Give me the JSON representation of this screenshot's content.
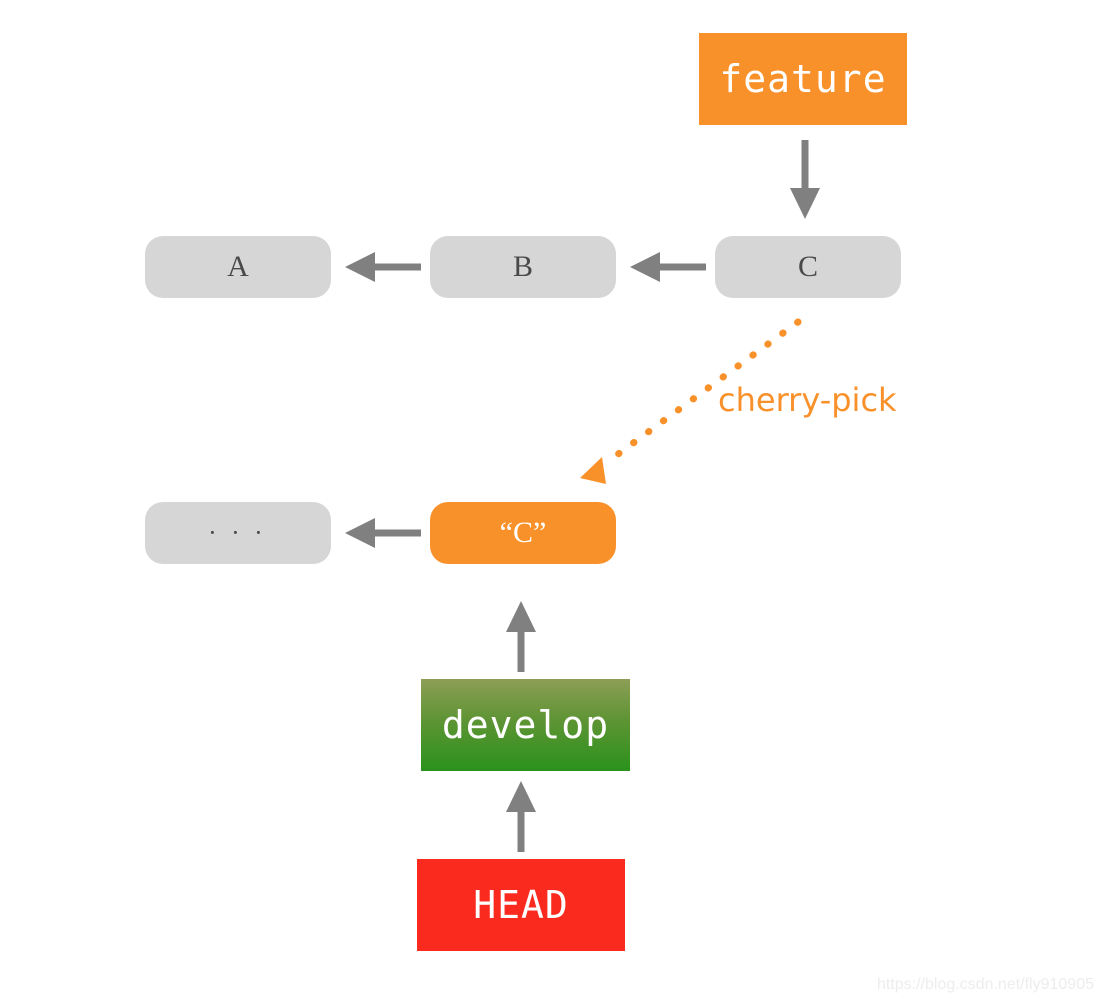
{
  "diagram": {
    "title": "git cherry-pick diagram",
    "colors": {
      "orange": "#F9912B",
      "red": "#FA2B1E",
      "green_top": "#8D9E56",
      "green_bottom": "#2A921C",
      "node_gray": "#D6D6D6",
      "arrow_gray": "#808080",
      "text_dark": "#4a4a4a",
      "watermark": "#EDEDED",
      "background": "#FFFFFF"
    },
    "branches": {
      "feature": {
        "label": "feature"
      },
      "develop": {
        "label": "develop"
      },
      "head": {
        "label": "HEAD"
      }
    },
    "commits": {
      "a": {
        "label": "A"
      },
      "b": {
        "label": "B"
      },
      "c": {
        "label": "C"
      },
      "dots": {
        "label": "∙ ∙ ∙"
      },
      "c_prime": {
        "label": "“C”"
      }
    },
    "annotations": {
      "cherry_pick": {
        "label": "cherry-pick"
      }
    },
    "watermark": {
      "text": "https://blog.csdn.net/fly910905"
    },
    "edges": [
      {
        "name": "b-to-a",
        "from": "B",
        "to": "A",
        "style": "solid",
        "color": "#808080"
      },
      {
        "name": "c-to-b",
        "from": "C",
        "to": "B",
        "style": "solid",
        "color": "#808080"
      },
      {
        "name": "feature-to-c",
        "from": "feature",
        "to": "C",
        "style": "solid",
        "color": "#808080"
      },
      {
        "name": "cherry-pick-c-to-cprime",
        "from": "C",
        "to": "“C”",
        "style": "dotted",
        "color": "#F9912B"
      },
      {
        "name": "cprime-to-dots",
        "from": "“C”",
        "to": "∙ ∙ ∙",
        "style": "solid",
        "color": "#808080"
      },
      {
        "name": "develop-to-cprime",
        "from": "develop",
        "to": "“C”",
        "style": "solid",
        "color": "#808080"
      },
      {
        "name": "head-to-develop",
        "from": "HEAD",
        "to": "develop",
        "style": "solid",
        "color": "#808080"
      }
    ]
  }
}
